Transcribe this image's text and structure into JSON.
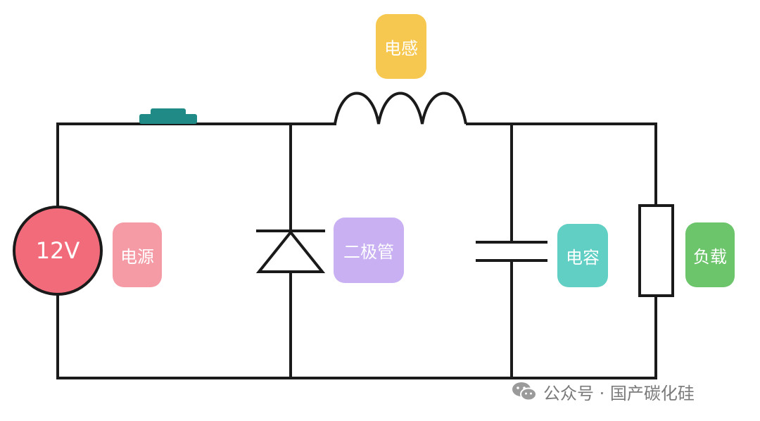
{
  "source": {
    "voltage": "12V",
    "label": "电源"
  },
  "diode": {
    "label": "二极管"
  },
  "inductor": {
    "label": "电感"
  },
  "capacitor": {
    "label": "电容"
  },
  "load": {
    "label": "负载"
  },
  "watermark": {
    "text": "公众号 · 国产碳化硅",
    "icon": "wechat-icon"
  },
  "colors": {
    "wire": "#1a1a1a",
    "source_fill": "#f26b7a",
    "switch": "#1f8a86",
    "source_label": "#f59ba6",
    "diode_label": "#c8b0f3",
    "inductor_label": "#f7c84f",
    "capacitor_label": "#61cfc4",
    "load_label": "#6cc46b"
  }
}
